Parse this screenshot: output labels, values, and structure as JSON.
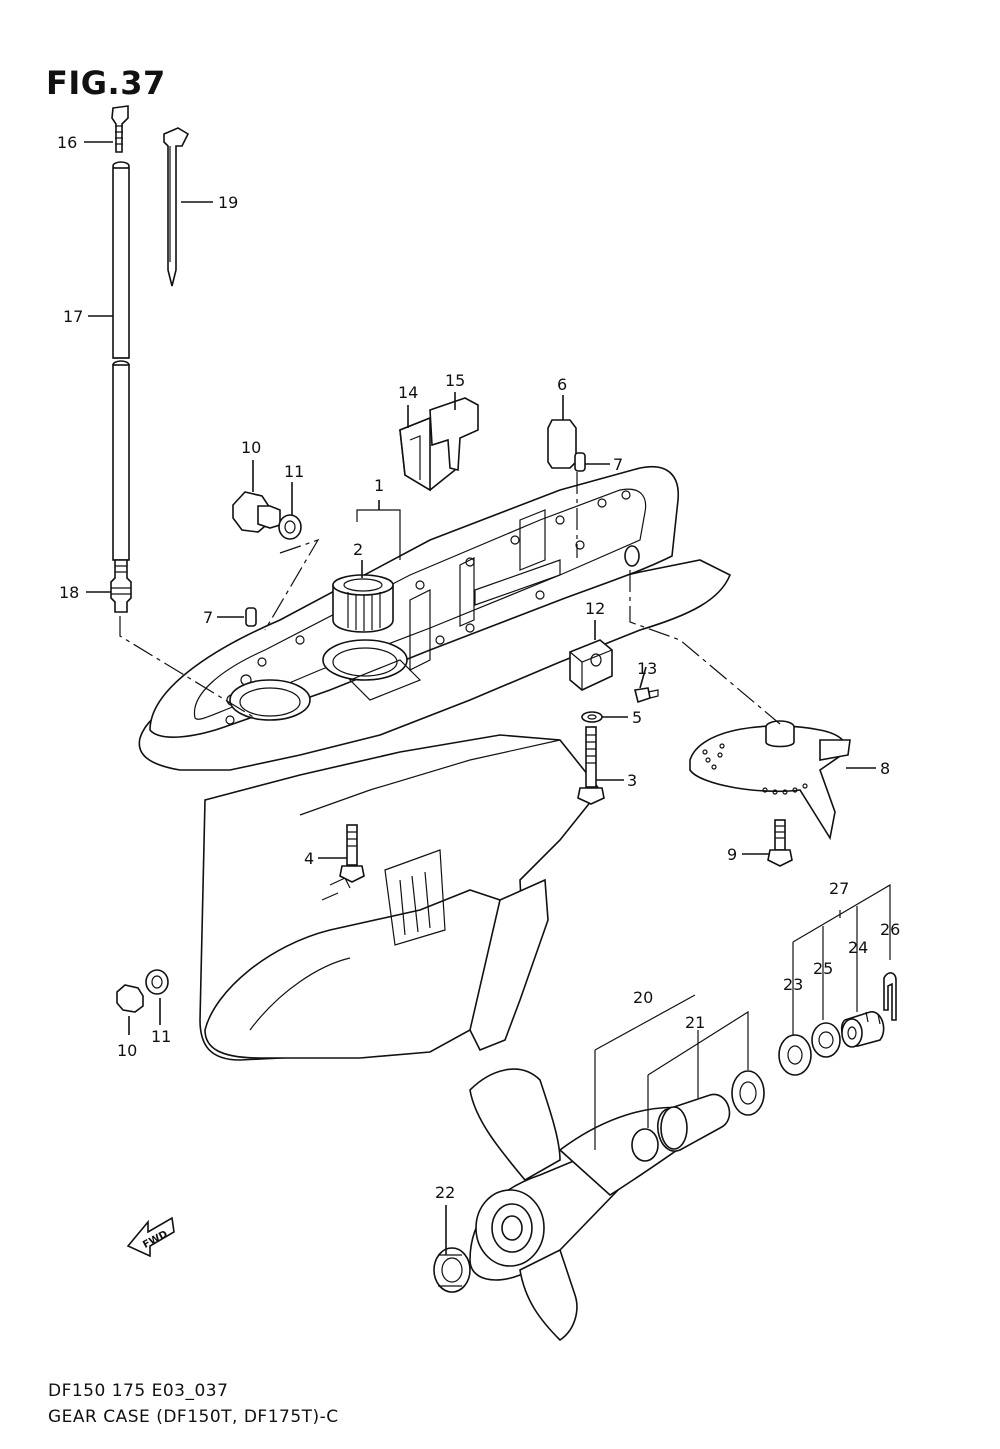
{
  "figure": {
    "title": "FIG.37",
    "code": "DF150 175 E03_037",
    "caption": "GEAR CASE (DF150T, DF175T)-C"
  },
  "fwd_mark": "FWD",
  "callouts": [
    {
      "id": "c1",
      "label": "1"
    },
    {
      "id": "c2",
      "label": "2"
    },
    {
      "id": "c3",
      "label": "3"
    },
    {
      "id": "c4",
      "label": "4"
    },
    {
      "id": "c5",
      "label": "5"
    },
    {
      "id": "c6",
      "label": "6"
    },
    {
      "id": "c7a",
      "label": "7"
    },
    {
      "id": "c7b",
      "label": "7"
    },
    {
      "id": "c8",
      "label": "8"
    },
    {
      "id": "c9",
      "label": "9"
    },
    {
      "id": "c10a",
      "label": "10"
    },
    {
      "id": "c10b",
      "label": "10"
    },
    {
      "id": "c11a",
      "label": "11"
    },
    {
      "id": "c11b",
      "label": "11"
    },
    {
      "id": "c12",
      "label": "12"
    },
    {
      "id": "c13",
      "label": "13"
    },
    {
      "id": "c14",
      "label": "14"
    },
    {
      "id": "c15",
      "label": "15"
    },
    {
      "id": "c16",
      "label": "16"
    },
    {
      "id": "c17",
      "label": "17"
    },
    {
      "id": "c18",
      "label": "18"
    },
    {
      "id": "c19",
      "label": "19"
    },
    {
      "id": "c20",
      "label": "20"
    },
    {
      "id": "c21",
      "label": "21"
    },
    {
      "id": "c22",
      "label": "22"
    },
    {
      "id": "c23",
      "label": "23"
    },
    {
      "id": "c24",
      "label": "24"
    },
    {
      "id": "c25",
      "label": "25"
    },
    {
      "id": "c26",
      "label": "26"
    },
    {
      "id": "c27",
      "label": "27"
    }
  ]
}
